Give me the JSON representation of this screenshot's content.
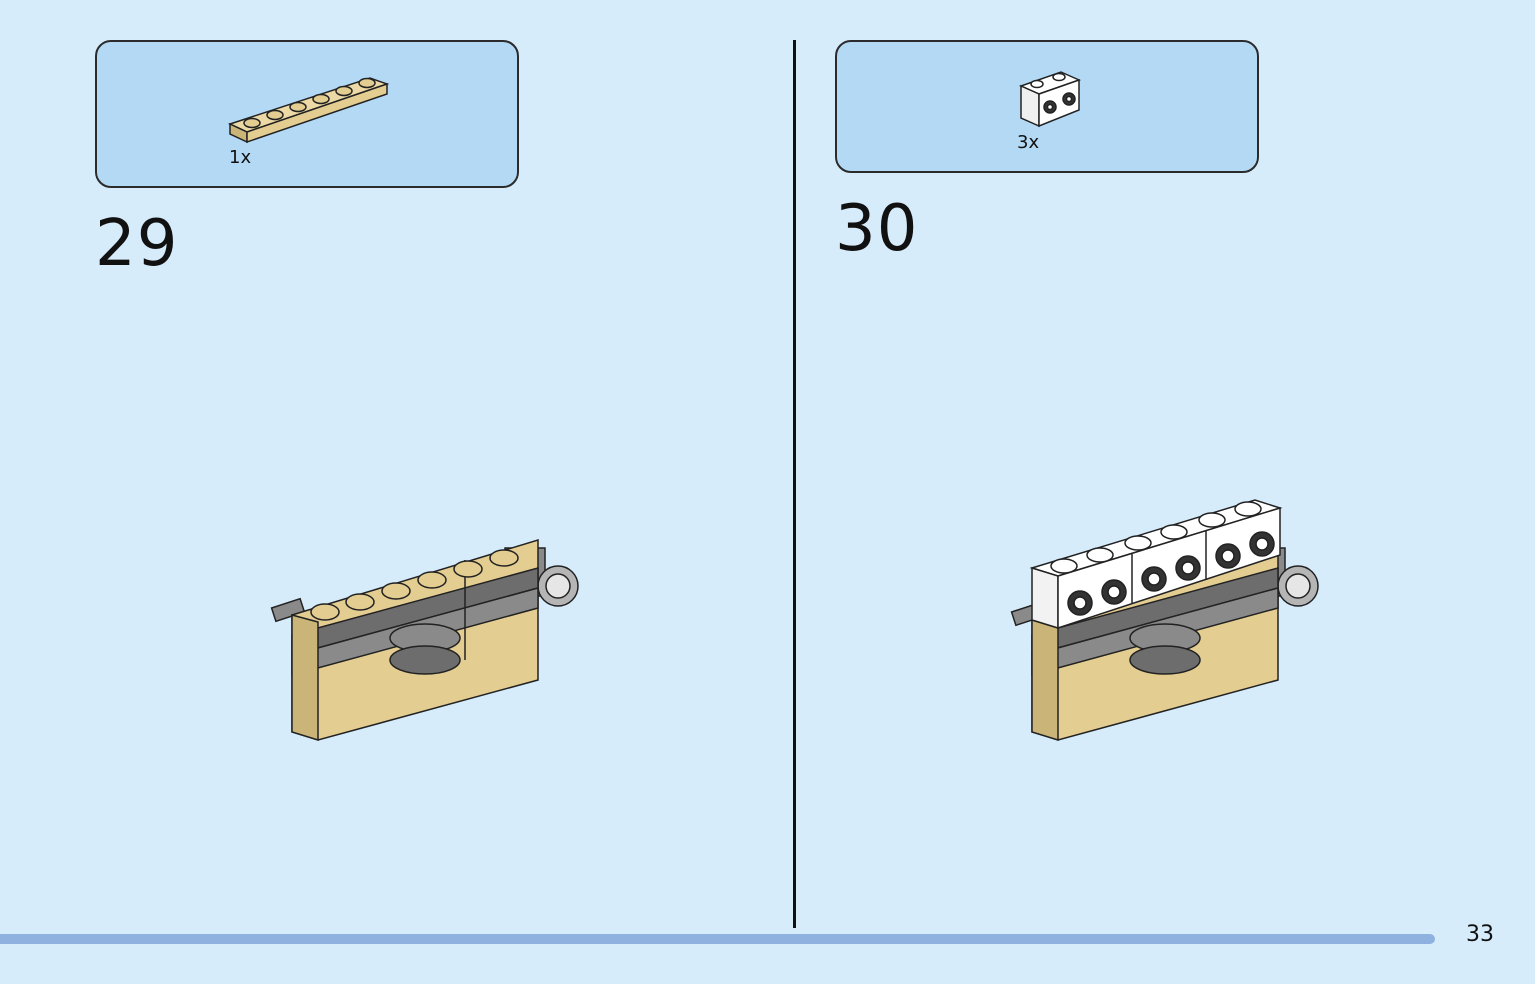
{
  "steps": [
    {
      "number": "29",
      "parts": [
        {
          "quantity": "1x",
          "piece": "tan-plate-1x6"
        }
      ],
      "colors": {
        "piece": "#e3cd91",
        "dark": "#6d6d6d"
      }
    },
    {
      "number": "30",
      "parts": [
        {
          "quantity": "3x",
          "piece": "white-brick-1x2-studs-on-side"
        }
      ],
      "colors": {
        "piece": "#ffffff",
        "dark": "#6d6d6d"
      }
    }
  ],
  "page": {
    "number": "33"
  },
  "progress": {
    "fraction": 0.935
  }
}
